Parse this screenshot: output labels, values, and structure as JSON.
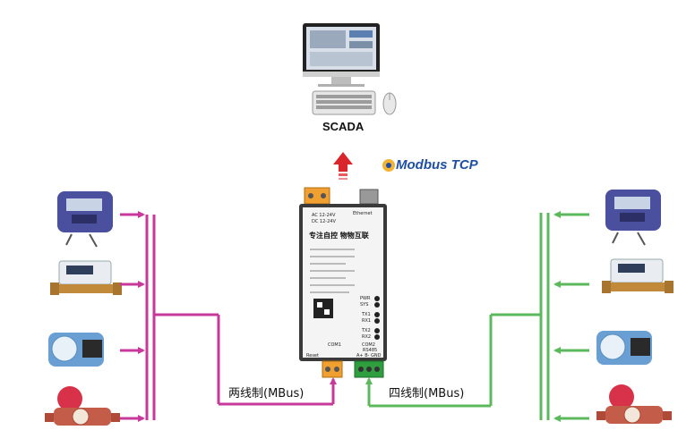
{
  "labels": {
    "scada": "SCADA",
    "protocol": "Modbus TCP",
    "left_bus": "两线制(MBus)",
    "right_bus": "四线制(MBus)"
  },
  "device": {
    "slogan": "专注自控 物物互联",
    "port_ethernet": "Ethernet",
    "power_top": "AC 12-24V",
    "power_bottom": "DC 12-24V",
    "led_pwr": "PWR",
    "led_sys": "SYS",
    "led_tx1": "TX1",
    "led_rx1": "RX1",
    "led_tx2": "TX2",
    "led_rx2": "RX2",
    "com1": "COM1",
    "com2": "COM2",
    "reset": "Reset",
    "rs485": "RS485",
    "terminals_com2": "A+  B-  GND"
  },
  "colors": {
    "left_arrows": "#c8389a",
    "right_arrows": "#5cb85c",
    "up_arrow": "#d9262c",
    "device_body": "#f4f4f4",
    "device_frame": "#3a3a3a",
    "terminal_orange": "#f0a030",
    "terminal_green": "#2e9e3e",
    "modbus_text": "#1f4fa3"
  },
  "icons": {
    "computer": "monitor-keyboard-mouse-icon",
    "meter": "water-meter-icon",
    "protocol_logo": "modbus-logo-icon"
  }
}
